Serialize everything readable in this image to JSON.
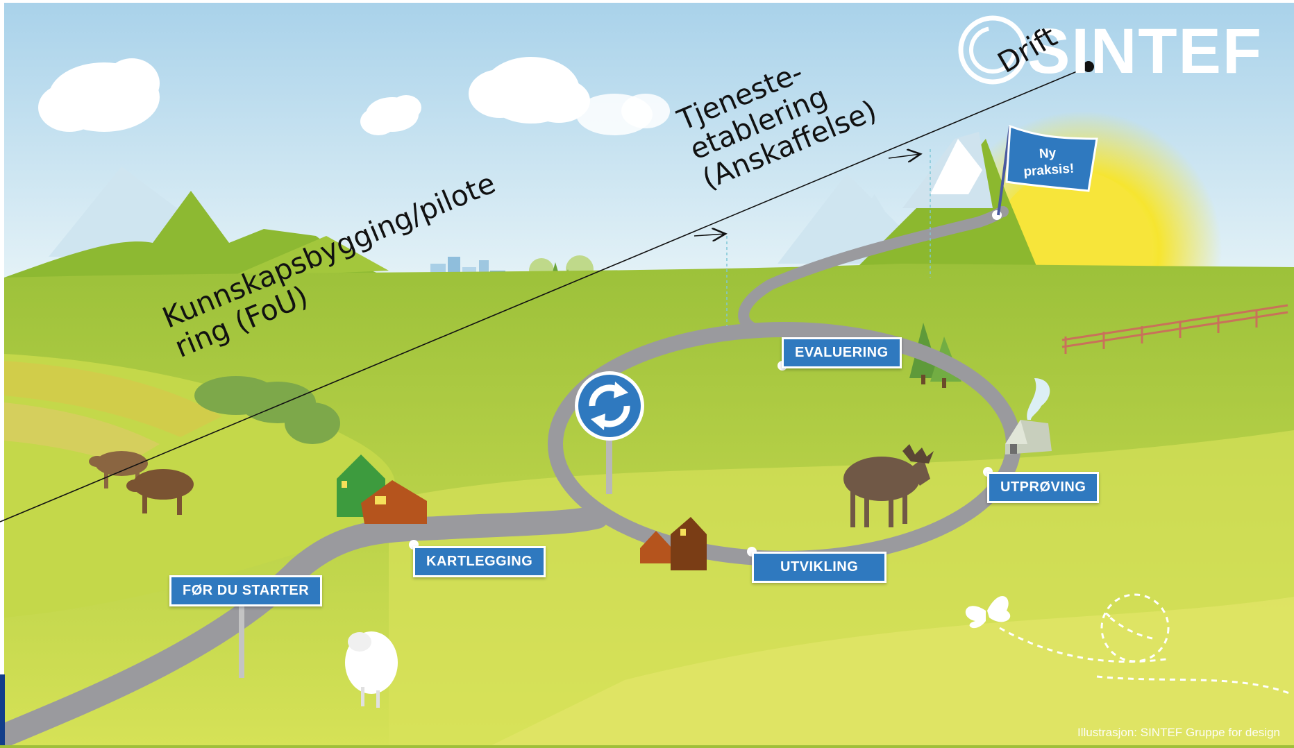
{
  "brand": {
    "name": "SINTEF",
    "color": "#2f79bf"
  },
  "phases": {
    "research": "Kunnskapsbygging/pilote\nring (FoU)",
    "establishment": "Tjeneste-\netablering\n(Anskaffelse)",
    "operation": "Drift"
  },
  "flag": {
    "label": "Ny\npraksis!"
  },
  "signs": {
    "before_start": "FØR DU STARTER",
    "mapping": "KARTLEGGING",
    "development": "UTVIKLING",
    "testing": "UTPRØVING",
    "evaluation": "EVALUERING"
  },
  "roundabout_icon": "roundabout-icon",
  "credit": "Illustrasjon: SINTEF Gruppe for design",
  "colors": {
    "sky_top": "#b9dcee",
    "grass": "#a8c83a",
    "road": "#9a9a9e",
    "sign": "#2f79bf",
    "sun": "#f7e53a"
  }
}
